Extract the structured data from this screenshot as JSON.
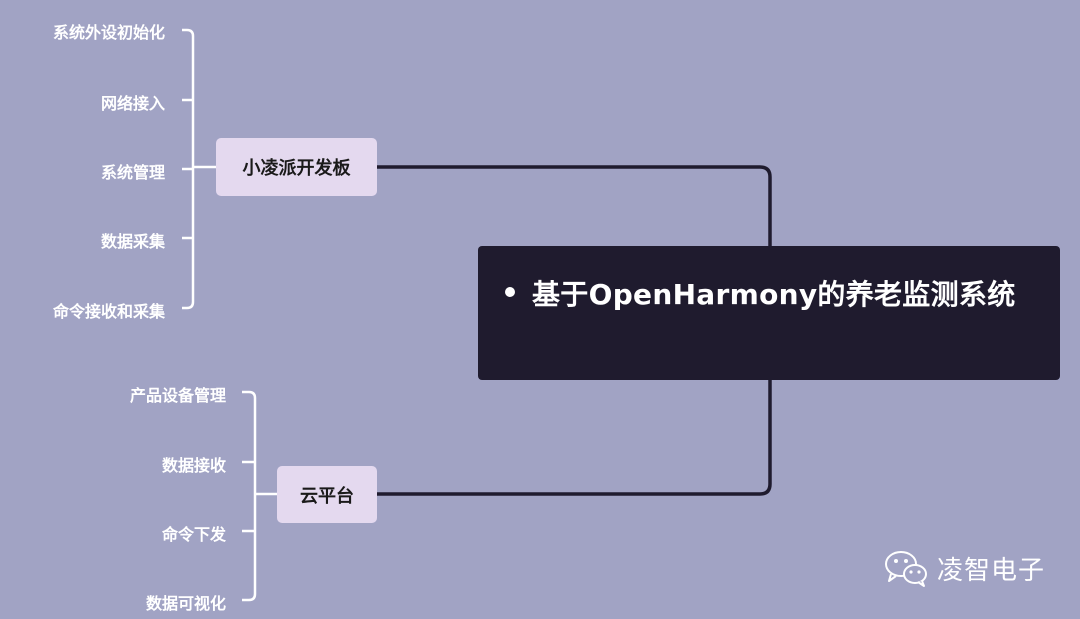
{
  "root": {
    "title": "基于OpenHarmony的养老监测系统"
  },
  "branches": [
    {
      "label": "小凌派开发板",
      "leaves": [
        "系统外设初始化",
        "网络接入",
        "系统管理",
        "数据采集",
        "命令接收和采集"
      ]
    },
    {
      "label": "云平台",
      "leaves": [
        "产品设备管理",
        "数据接收",
        "命令下发",
        "数据可视化"
      ]
    }
  ],
  "watermark": {
    "text": "凌智电子",
    "icon": "wechat-icon"
  },
  "colors": {
    "background": "#a1a3c4",
    "root_fill": "#1f1b2e",
    "branch_fill": "#e4d9ef",
    "connector": "#1f1b2e",
    "bracket": "#ffffff"
  }
}
